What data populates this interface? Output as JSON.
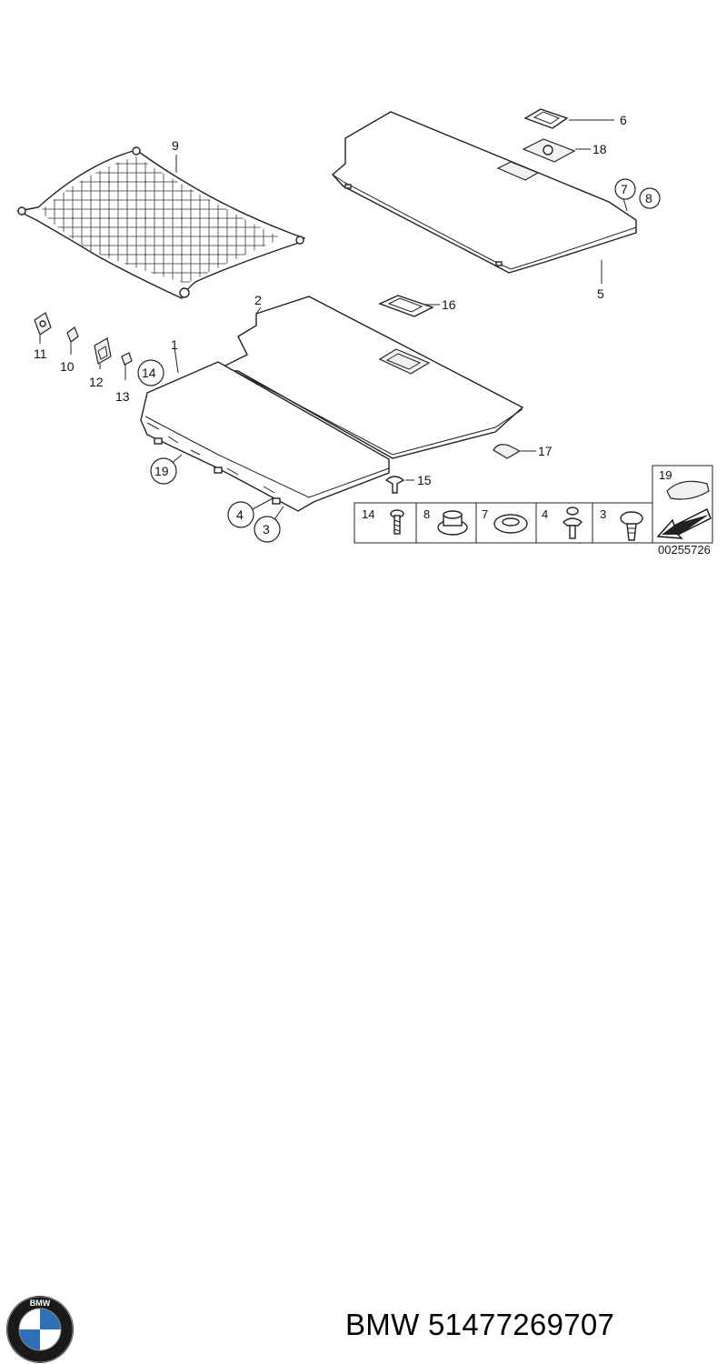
{
  "labels": {
    "net": "9",
    "cover_upper": "6",
    "cover_upper_insert": "18",
    "board_upper": "5",
    "board_upper_c1": "7",
    "board_upper_c2": "8",
    "board_lower": "2",
    "board_front": "1",
    "handle_cover": "16",
    "handle_small": "17",
    "rivet": "15",
    "side_11": "11",
    "side_10": "10",
    "side_12": "12",
    "side_13": "13",
    "side_14": "14",
    "front_19": "19",
    "front_4": "4",
    "front_3": "3"
  },
  "legend": {
    "items": [
      {
        "label": "14",
        "icon": "screw-icon"
      },
      {
        "label": "8",
        "icon": "clip-nut-icon"
      },
      {
        "label": "7",
        "icon": "round-clip-icon"
      },
      {
        "label": "4",
        "icon": "expanding-rivet-icon"
      },
      {
        "label": "3",
        "icon": "push-clip-icon"
      }
    ],
    "inset_label": "19",
    "diagram_id": "00255726"
  },
  "footer": {
    "logo_text": "BMW",
    "caption": "BMW 51477269707"
  },
  "colors": {
    "line": "#222222",
    "logo_blue": "#2f6fb6",
    "logo_ring": "#1a1a1a"
  }
}
